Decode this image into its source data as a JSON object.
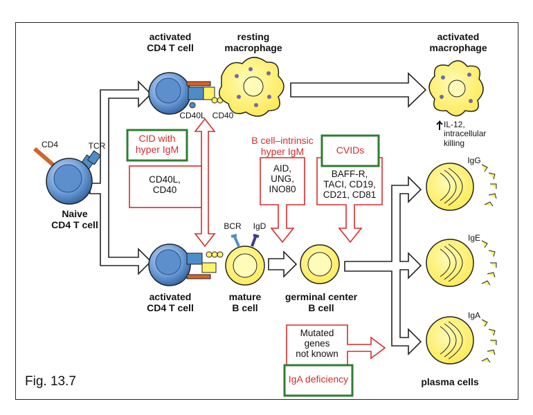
{
  "figure_label": "Fig. 13.7",
  "colors": {
    "t_cell_fill": "#6a9bd6",
    "t_cell_core": "#3e6fb5",
    "yellow_cell": "#fff36a",
    "nucleus_dot": "#6f6aa6",
    "receptor_orange": "#d2642c",
    "receptor_blue": "#4d8cc9",
    "red_box": "#d62b2b",
    "green_box": "#2e7d32",
    "arrow_stroke": "#222222"
  },
  "cells": {
    "naive": "Naive\nCD4 T cell",
    "cd4": "CD4",
    "tcr": "TCR",
    "activated_t_top": "activated\nCD4 T cell",
    "resting_macrophage": "resting\nmacrophage",
    "activated_macrophage": "activated\nmacrophage",
    "macrophage_effect": "IL-12,\nintracellular killing",
    "cd40l_label": "CD40L",
    "cd40_label": "CD40",
    "activated_t_bottom": "activated\nCD4 T cell",
    "mature_b": "mature\nB cell",
    "bcr": "BCR",
    "igd": "IgD",
    "germinal_center": "germinal center\nB cell",
    "plasma_cells": "plasma cells",
    "igg": "IgG",
    "ige": "IgE",
    "iga": "IgA"
  },
  "disorders": {
    "cid_hyper_igm": "CID with\nhyper IgM",
    "cid_genes": "CD40L,\nCD40",
    "b_intrinsic": "B cell–intrinsic\nhyper IgM",
    "b_intrinsic_genes": "AID,\nUNG,\nINO80",
    "cvids": "CVIDs",
    "cvids_genes": "BAFF-R,\nTACI, CD19,\nCD21, CD81",
    "mutated_genes": "Mutated\ngenes\nnot known",
    "iga_deficiency": "IgA deficiency"
  }
}
